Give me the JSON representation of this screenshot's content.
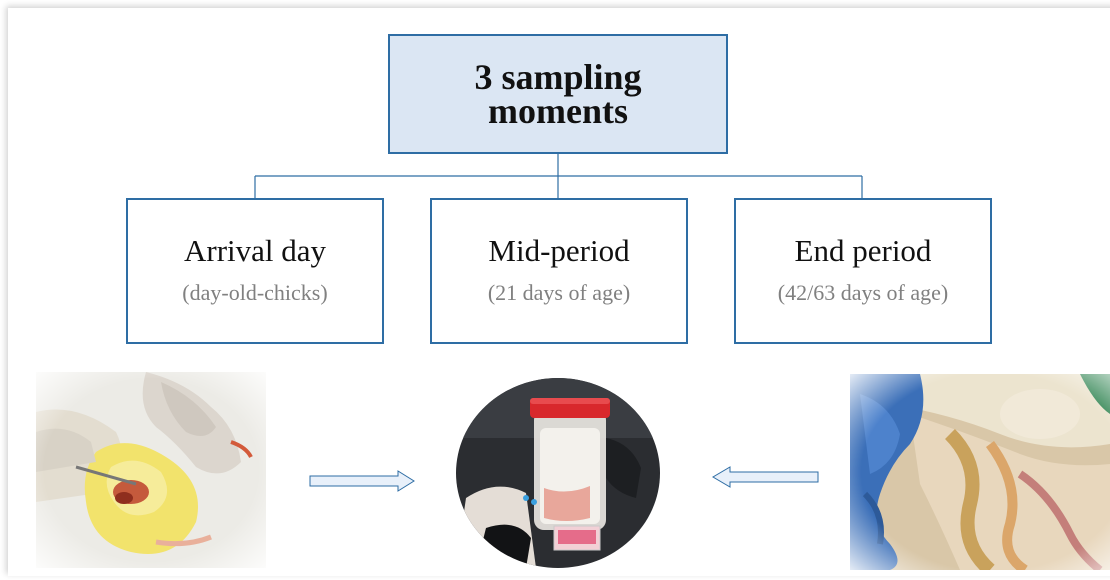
{
  "title": {
    "line1": "3 sampling",
    "line2": "moments"
  },
  "phases": [
    {
      "name": "Arrival day",
      "detail": "(day-old-chicks)"
    },
    {
      "name": "Mid-period",
      "detail": "(21 days of age)"
    },
    {
      "name": "End period",
      "detail": "(42/63 days of age)"
    }
  ],
  "colors": {
    "border": "#2e6da4",
    "title_fill": "#dbe6f3",
    "arrow_fill": "#e8f0fa",
    "detail_text": "#808080"
  },
  "images": [
    {
      "name": "chick-dissection-photo"
    },
    {
      "name": "sample-container-photo"
    },
    {
      "name": "intestine-dissection-photo"
    }
  ],
  "arrows": [
    {
      "direction": "right"
    },
    {
      "direction": "left"
    }
  ]
}
